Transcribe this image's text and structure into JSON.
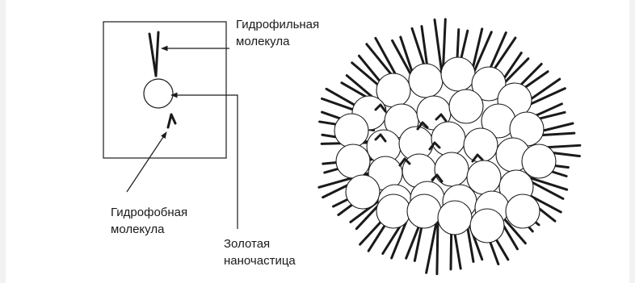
{
  "labels": {
    "hydrophilic": {
      "line1": "Гидрофильная",
      "line2": "молекула"
    },
    "hydrophobic": {
      "line1": "Гидрофобная",
      "line2": "молекула"
    },
    "gold": {
      "line1": "Золотая",
      "line2": "наночастица"
    }
  },
  "colors": {
    "background": "#f2f2f2",
    "canvas": "#ffffff",
    "ink": "#1a1a1a"
  }
}
